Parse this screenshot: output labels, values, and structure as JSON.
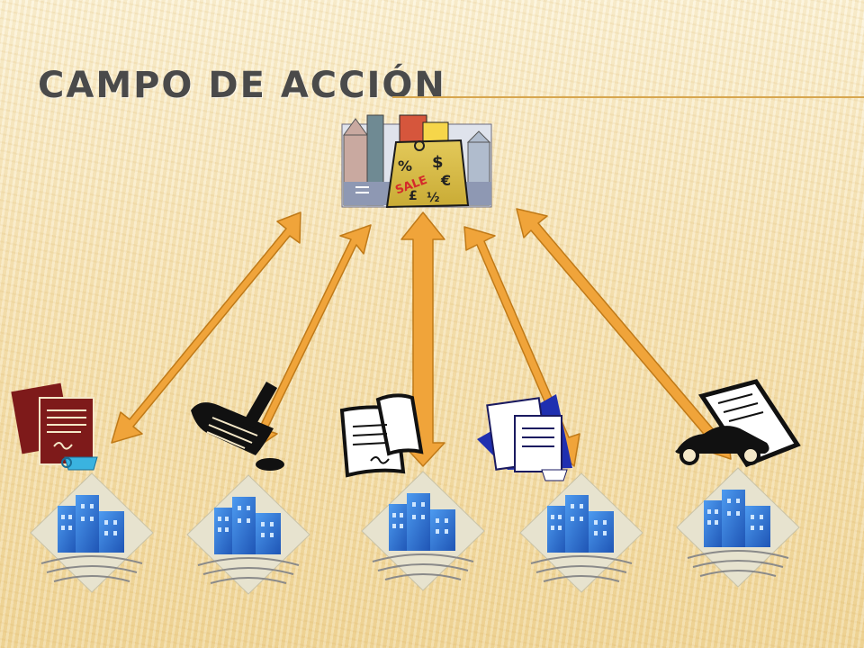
{
  "slide": {
    "title": "CAMPO DE ACCIÓN"
  },
  "market_icon": {
    "name": "shopping-bag-city-icon",
    "bag_labels": [
      "SALE",
      "%",
      "$",
      "€",
      "£",
      "½"
    ]
  },
  "clients": [
    {
      "document_icon": "documents-coffee-icon",
      "building_icon": "office-building-icon"
    },
    {
      "document_icon": "scroll-pen-icon",
      "building_icon": "office-building-icon"
    },
    {
      "document_icon": "open-papers-icon",
      "building_icon": "office-building-icon"
    },
    {
      "document_icon": "blue-folder-documents-icon",
      "building_icon": "office-building-icon"
    },
    {
      "document_icon": "car-document-icon",
      "building_icon": "office-building-icon"
    }
  ],
  "colors": {
    "arrow": "#f0a43a",
    "arrow_stroke": "#c07a18",
    "title": "#4a4a4a",
    "rule": "#d7a64e",
    "building": "#2a6fd6",
    "diamond": "#e7e3cf"
  }
}
